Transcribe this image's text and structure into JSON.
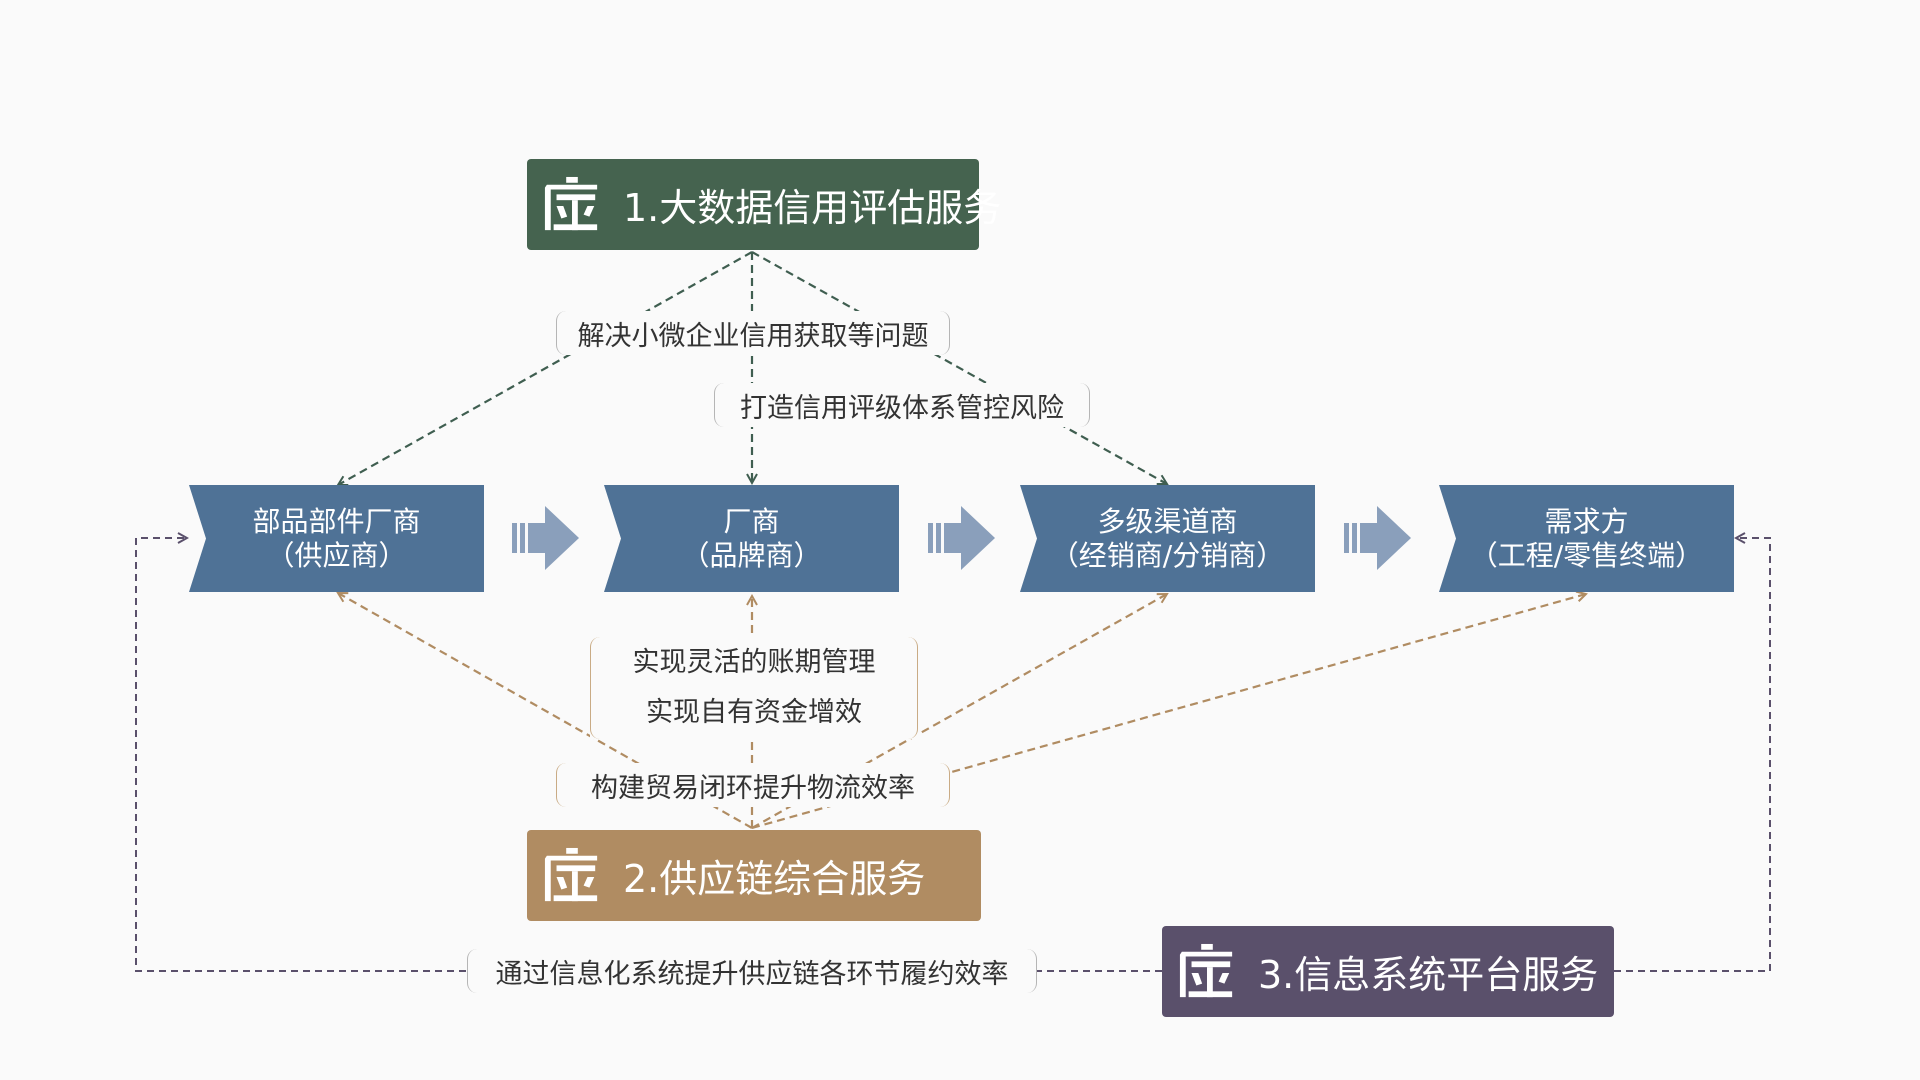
{
  "services": {
    "big_data": {
      "label": "1.大数据信用评估服务",
      "color": "#45634f"
    },
    "supply_chain": {
      "label": "2.供应链综合服务",
      "color": "#b08c62"
    },
    "info_system": {
      "label": "3.信息系统平台服务",
      "color": "#5a506b"
    }
  },
  "nodes": [
    {
      "line1": "部品部件厂商",
      "line2": "（供应商）"
    },
    {
      "line1": "厂商",
      "line2": "（品牌商）"
    },
    {
      "line1": "多级渠道商",
      "line2": "（经销商/分销商）"
    },
    {
      "line1": "需求方",
      "line2": "（工程/零售终端）"
    }
  ],
  "labels": {
    "credit_problem": "解决小微企业信用获取等问题",
    "credit_rating": "打造信用评级体系管控风险",
    "flexible_terms": "实现灵活的账期管理",
    "capital_efficiency": "实现自有资金增效",
    "trade_loop": "构建贸易闭环提升物流效率",
    "info_efficiency": "通过信息化系统提升供应链各环节履约效率"
  },
  "colors": {
    "node": "#4f7296",
    "flow_arrow": "#8a9fbb",
    "green_line": "#3f5e50",
    "gold_line": "#b08c62",
    "purple_line": "#5a506b"
  }
}
